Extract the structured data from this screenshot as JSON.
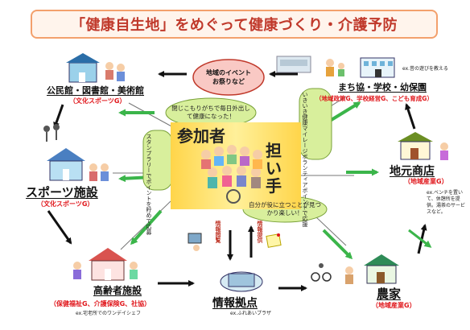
{
  "title": "「健康自生地」をめぐって健康づくり・介護予防",
  "center": {
    "participant_label": "参加者",
    "carrier_label": "担い手",
    "stamp_rally": "スタンプラリーでポイントを貯めて応募",
    "volunteer": "いきいき健康マイレージボランティアポイントで応援",
    "participant_voice": "閉じこもりがちで毎日外出して健康になった！",
    "carrier_voice": "自分が役に立つことが見つかり楽しい！"
  },
  "events_bubble": "地域のイベント\nお祭りなど",
  "info_labels": {
    "browse": "情報閲覧",
    "provide": "情報提供"
  },
  "nodes": {
    "public_hall": {
      "name": "公民館・図書館・美術館",
      "group": "（文化スポーツG）"
    },
    "machikyo": {
      "name": "まち協・学校・幼保園",
      "group": "（地域政策G、学校経営G、こども育成G）",
      "example": "ex.昔の遊びを教える"
    },
    "sports": {
      "name": "スポーツ施設",
      "group": "（文化スポーツG）"
    },
    "local_shop": {
      "name": "地元商店",
      "group": "（地域産業G）",
      "example": "ex.ベンチを置いて、休憩所を提供。湯茶のサービスなど。"
    },
    "elderly": {
      "name": "高齢者施設",
      "group": "（保健福祉G、介護保険G、社協）",
      "example": "ex.宅老所でのワンデイシェフ"
    },
    "info_hub": {
      "name": "情報拠点",
      "example": "ex.ふれあいプラザ"
    },
    "farm": {
      "name": "農家",
      "group": "（地域産業G）"
    }
  },
  "colors": {
    "title_red": "#c0392b",
    "group_red": "#e0161b",
    "arrow_green": "#3bb54a",
    "center_yellow": "#ffd54a",
    "bubble_green": "#d8ef9c",
    "bubble_pink": "#f9c9c4"
  }
}
